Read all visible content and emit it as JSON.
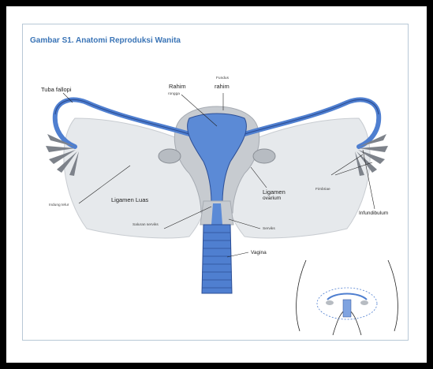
{
  "title": "Gambar S1. Anatomi Reproduksi Wanita",
  "labels": {
    "tuba_fallopi": "Tuba fallopi",
    "rahim": "Rahim",
    "rongga": "rongga",
    "fundus": "Fundus",
    "fundus_rahim": "rahim",
    "indung_telur": "Indung telur",
    "ligamen_luas": "Ligamen Luas",
    "ligamen_ovarium_1": "Ligamen",
    "ligamen_ovarium_2": "ovarium",
    "fimbriae": "Fimbriae",
    "infundibulum": "Infundibulum",
    "saluran_serviks": "Saluran serviks",
    "serviks": "Serviks",
    "vagina": "Vagina"
  },
  "colors": {
    "frame": "#000000",
    "title": "#3a74b6",
    "organ_blue": "#4f7fd0",
    "ligament_gray": "#d9dde2",
    "ovary_gray": "#8a8f96"
  }
}
